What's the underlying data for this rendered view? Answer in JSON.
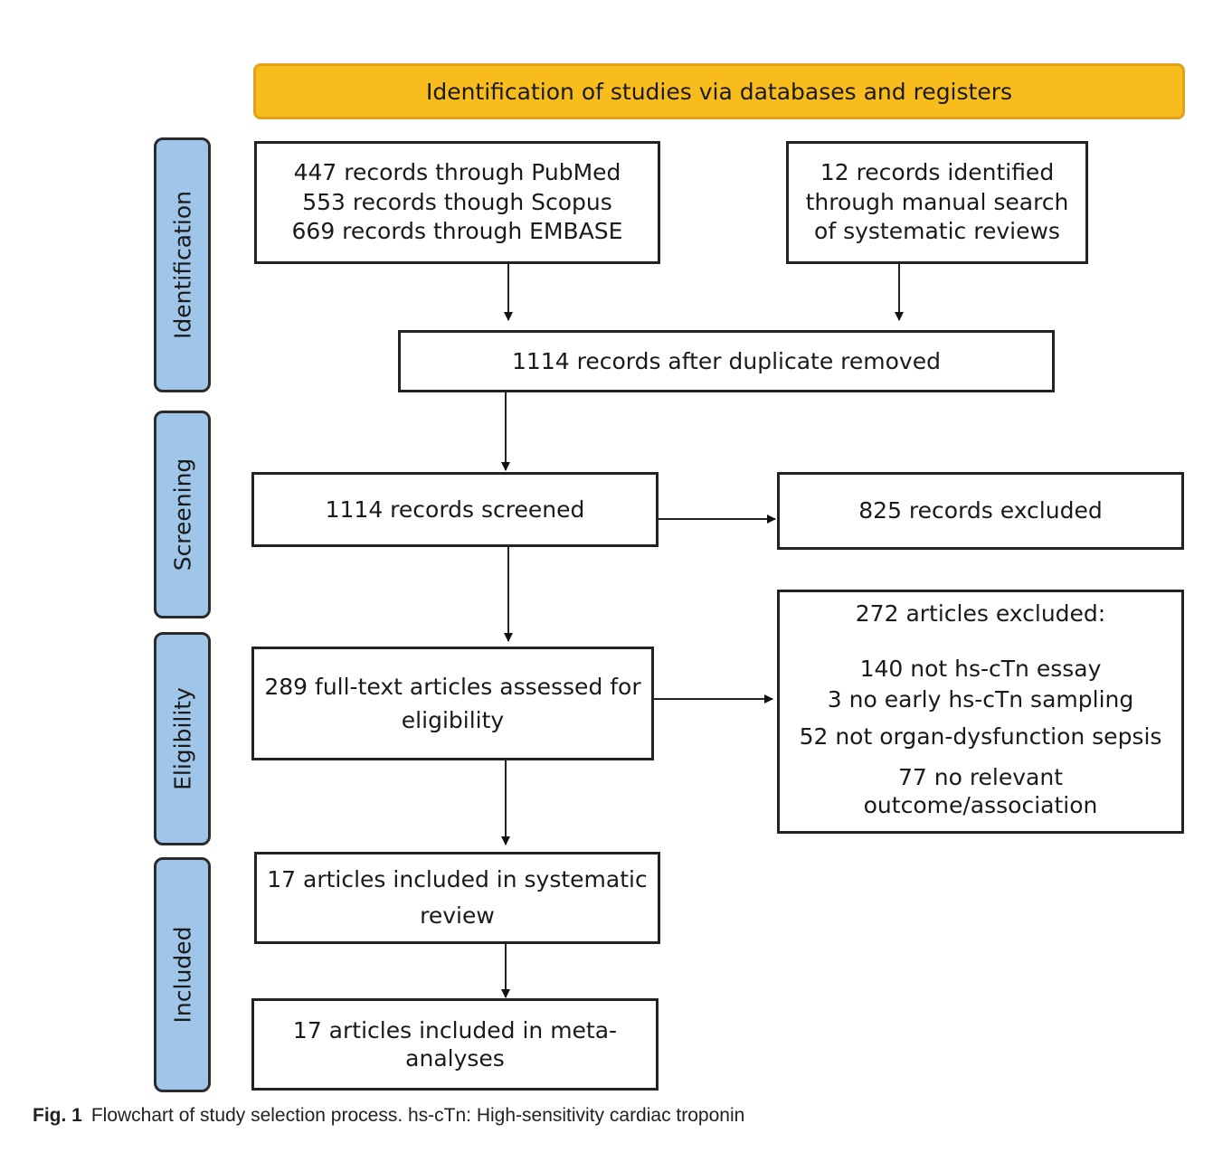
{
  "header": "Identification of studies via databases and registers",
  "stages": {
    "identification": "Identification",
    "screening": "Screening",
    "eligibility": "Eligibility",
    "included": "Included"
  },
  "boxes": {
    "databases": [
      "447 records through PubMed",
      "553 records though Scopus",
      "669 records through EMBASE"
    ],
    "manual": [
      "12 records identified",
      "through manual search",
      "of systematic reviews"
    ],
    "deduplicated": [
      "1114 records after duplicate removed"
    ],
    "screened": [
      "1114 records screened"
    ],
    "excluded_screening": [
      "825 records excluded"
    ],
    "fulltext": [
      "289 full-text articles assessed for",
      "eligibility"
    ],
    "excluded_fulltext": [
      "272 articles excluded:",
      "140 not hs-cTn essay",
      "3 no early hs-cTn sampling",
      "52 not organ-dysfunction sepsis",
      "77 no relevant",
      "outcome/association"
    ],
    "systematic_review": [
      "17 articles included in systematic",
      "review"
    ],
    "meta_analysis": [
      "17 articles included in meta-",
      "analyses"
    ]
  },
  "caption": {
    "label": "Fig. 1",
    "text": "Flowchart of study selection process. hs-cTn: High-sensitivity cardiac troponin"
  }
}
